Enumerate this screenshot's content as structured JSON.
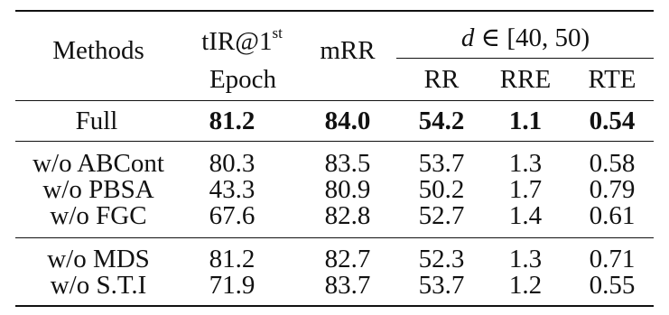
{
  "table": {
    "headers": {
      "methods": "Methods",
      "tir_main": "tIR@1",
      "tir_sup": "st",
      "tir_sub": "Epoch",
      "mrr": "mRR",
      "group_d": "d",
      "group_range": "∈ [40, 50)",
      "rr": "RR",
      "rre": "RRE",
      "rte": "RTE"
    },
    "rows": [
      {
        "method": "Full",
        "tir": "81.2",
        "mrr": "84.0",
        "rr": "54.2",
        "rre": "1.1",
        "rte": "0.54"
      },
      {
        "method": "w/o ABCont",
        "tir": "80.3",
        "mrr": "83.5",
        "rr": "53.7",
        "rre": "1.3",
        "rte": "0.58"
      },
      {
        "method": "w/o PBSA",
        "tir": "43.3",
        "mrr": "80.9",
        "rr": "50.2",
        "rre": "1.7",
        "rte": "0.79"
      },
      {
        "method": "w/o FGC",
        "tir": "67.6",
        "mrr": "82.8",
        "rr": "52.7",
        "rre": "1.4",
        "rte": "0.61"
      },
      {
        "method": "w/o MDS",
        "tir": "81.2",
        "mrr": "82.7",
        "rr": "52.3",
        "rre": "1.3",
        "rte": "0.71"
      },
      {
        "method": "w/o S.T.I",
        "tir": "71.9",
        "mrr": "83.7",
        "rr": "53.7",
        "rre": "1.2",
        "rte": "0.55"
      }
    ]
  }
}
